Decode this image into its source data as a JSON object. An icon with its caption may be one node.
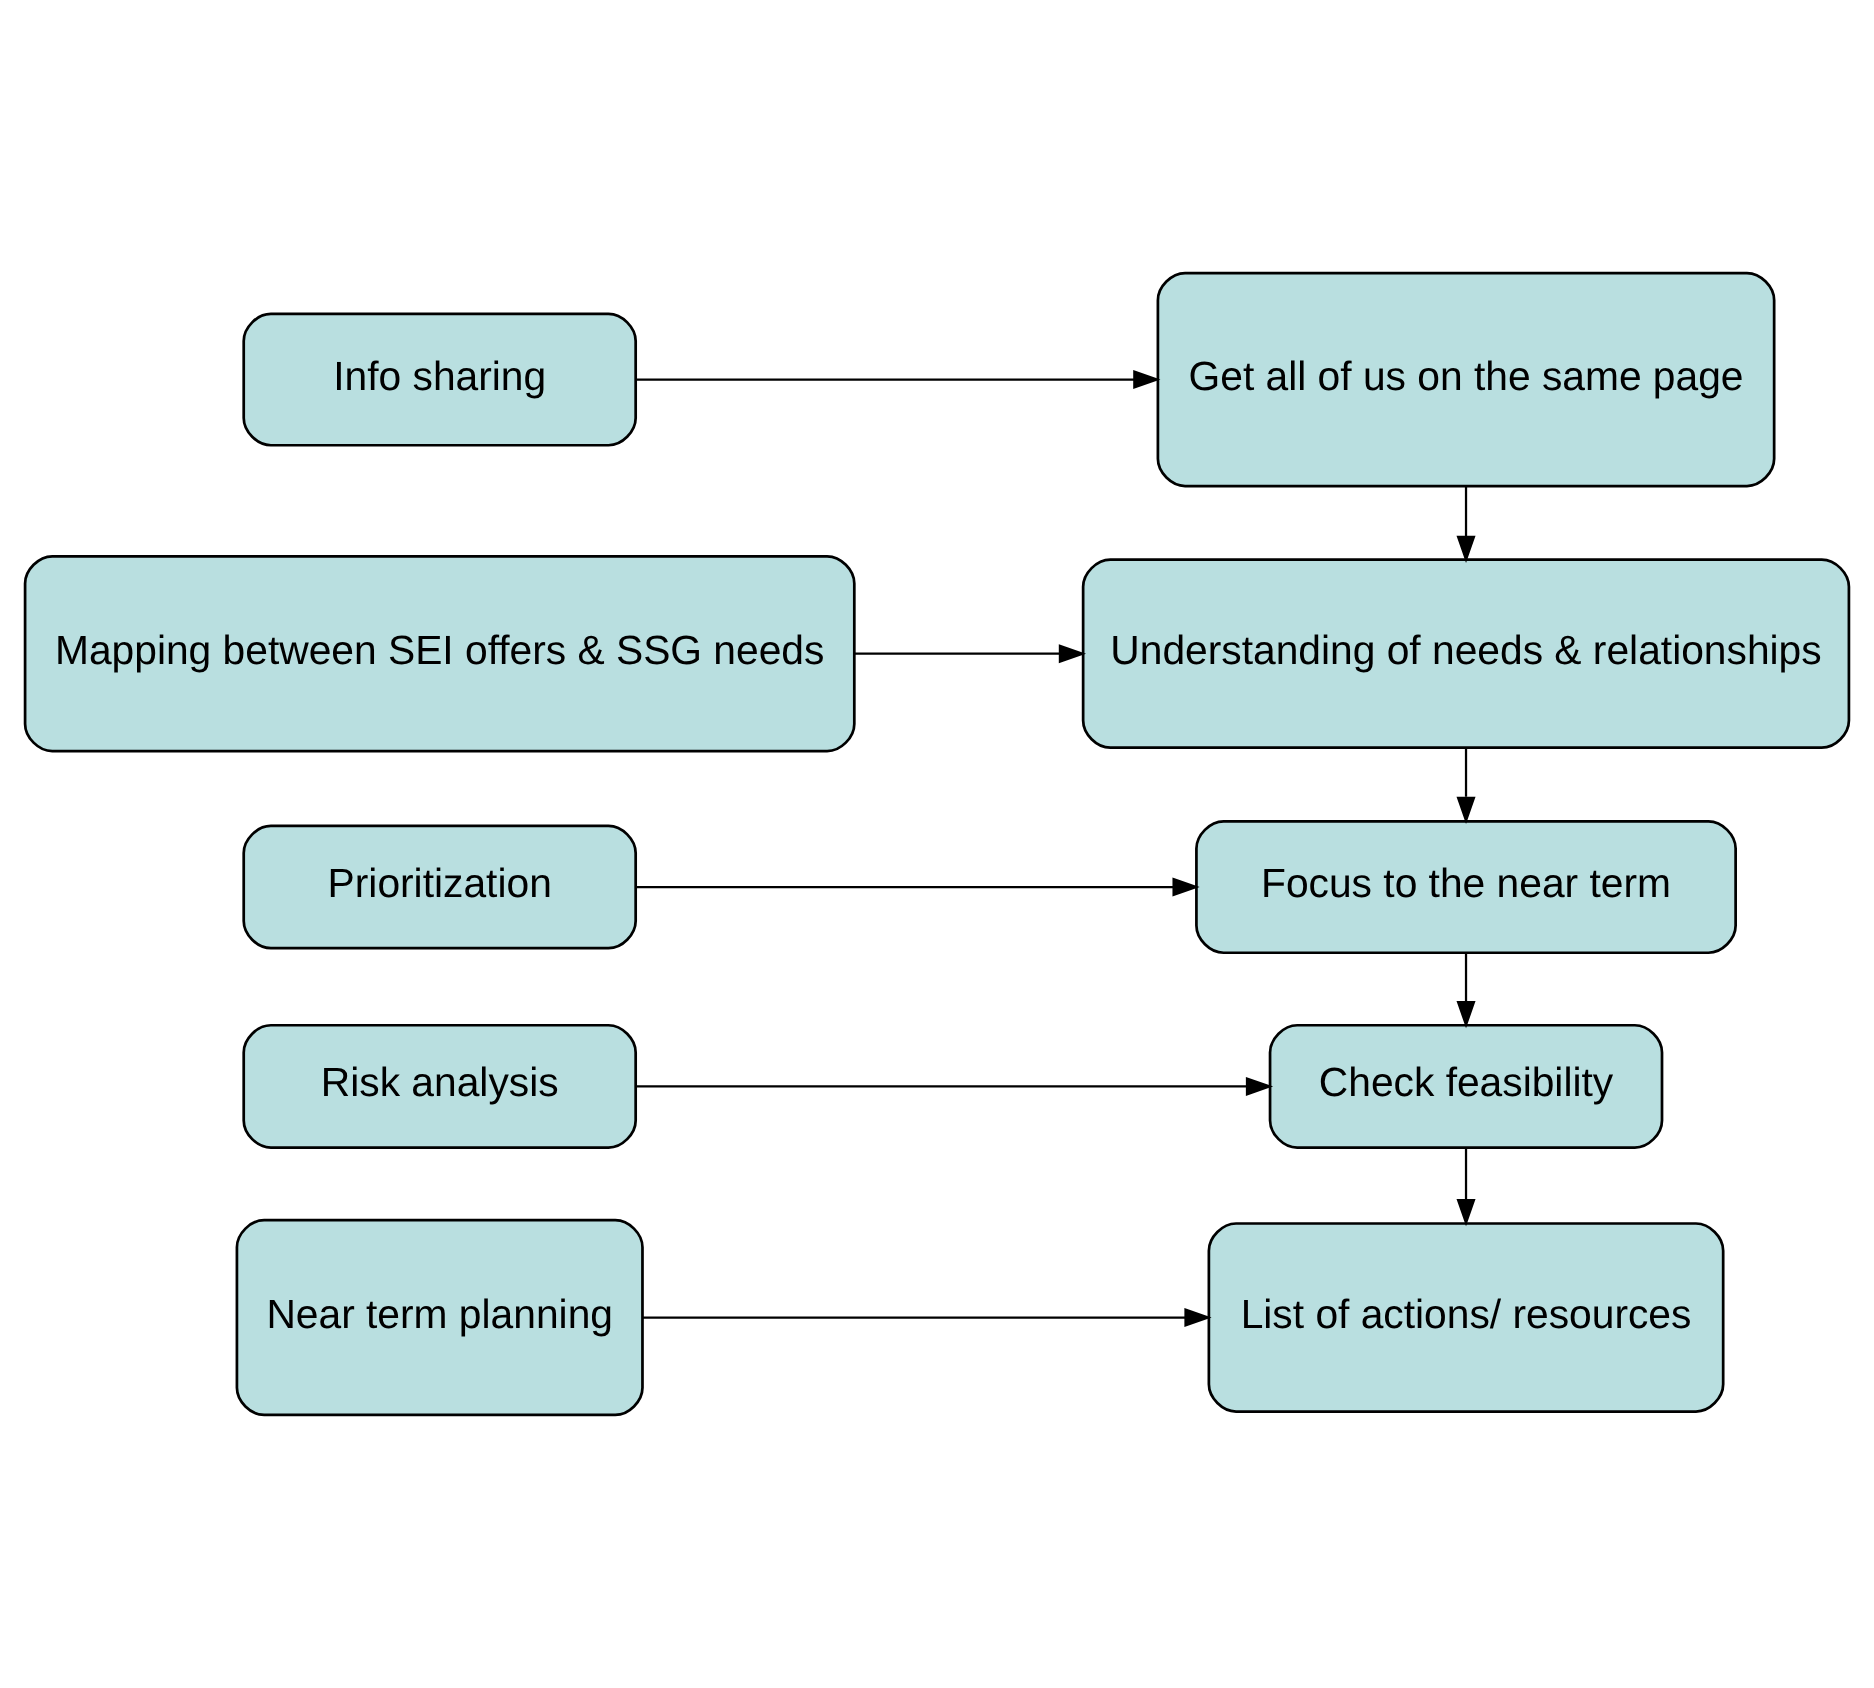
{
  "diagram": {
    "nodes": [
      {
        "text": [
          "Info sharing"
        ]
      },
      {
        "text": [
          "Get all of us on the same page"
        ]
      },
      {
        "text": [
          "Mapping between SEI offers & SSG needs"
        ]
      },
      {
        "text": [
          "Understanding of needs & relationships"
        ]
      },
      {
        "text": [
          "Prioritization"
        ]
      },
      {
        "text": [
          "Focus to the near term"
        ]
      },
      {
        "text": [
          "Risk analysis"
        ]
      },
      {
        "text": [
          "Check feasibility"
        ]
      },
      {
        "text": [
          "Near term planning"
        ]
      },
      {
        "text": [
          "List of actions/ resources"
        ]
      }
    ],
    "edges": [
      {
        "from": 0,
        "to": 1,
        "arrow": "to"
      },
      {
        "from": 1,
        "to": 3,
        "arrow": "to"
      },
      {
        "from": 2,
        "to": 3,
        "arrow": "to"
      },
      {
        "from": 3,
        "to": 5,
        "arrow": "to"
      },
      {
        "from": 4,
        "to": 5,
        "arrow": "to"
      },
      {
        "from": 5,
        "to": 7,
        "arrow": "to"
      },
      {
        "from": 6,
        "to": 7,
        "arrow": "to"
      },
      {
        "from": 7,
        "to": 9,
        "arrow": "to"
      },
      {
        "from": 8,
        "to": 9,
        "arrow": "to"
      }
    ]
  }
}
